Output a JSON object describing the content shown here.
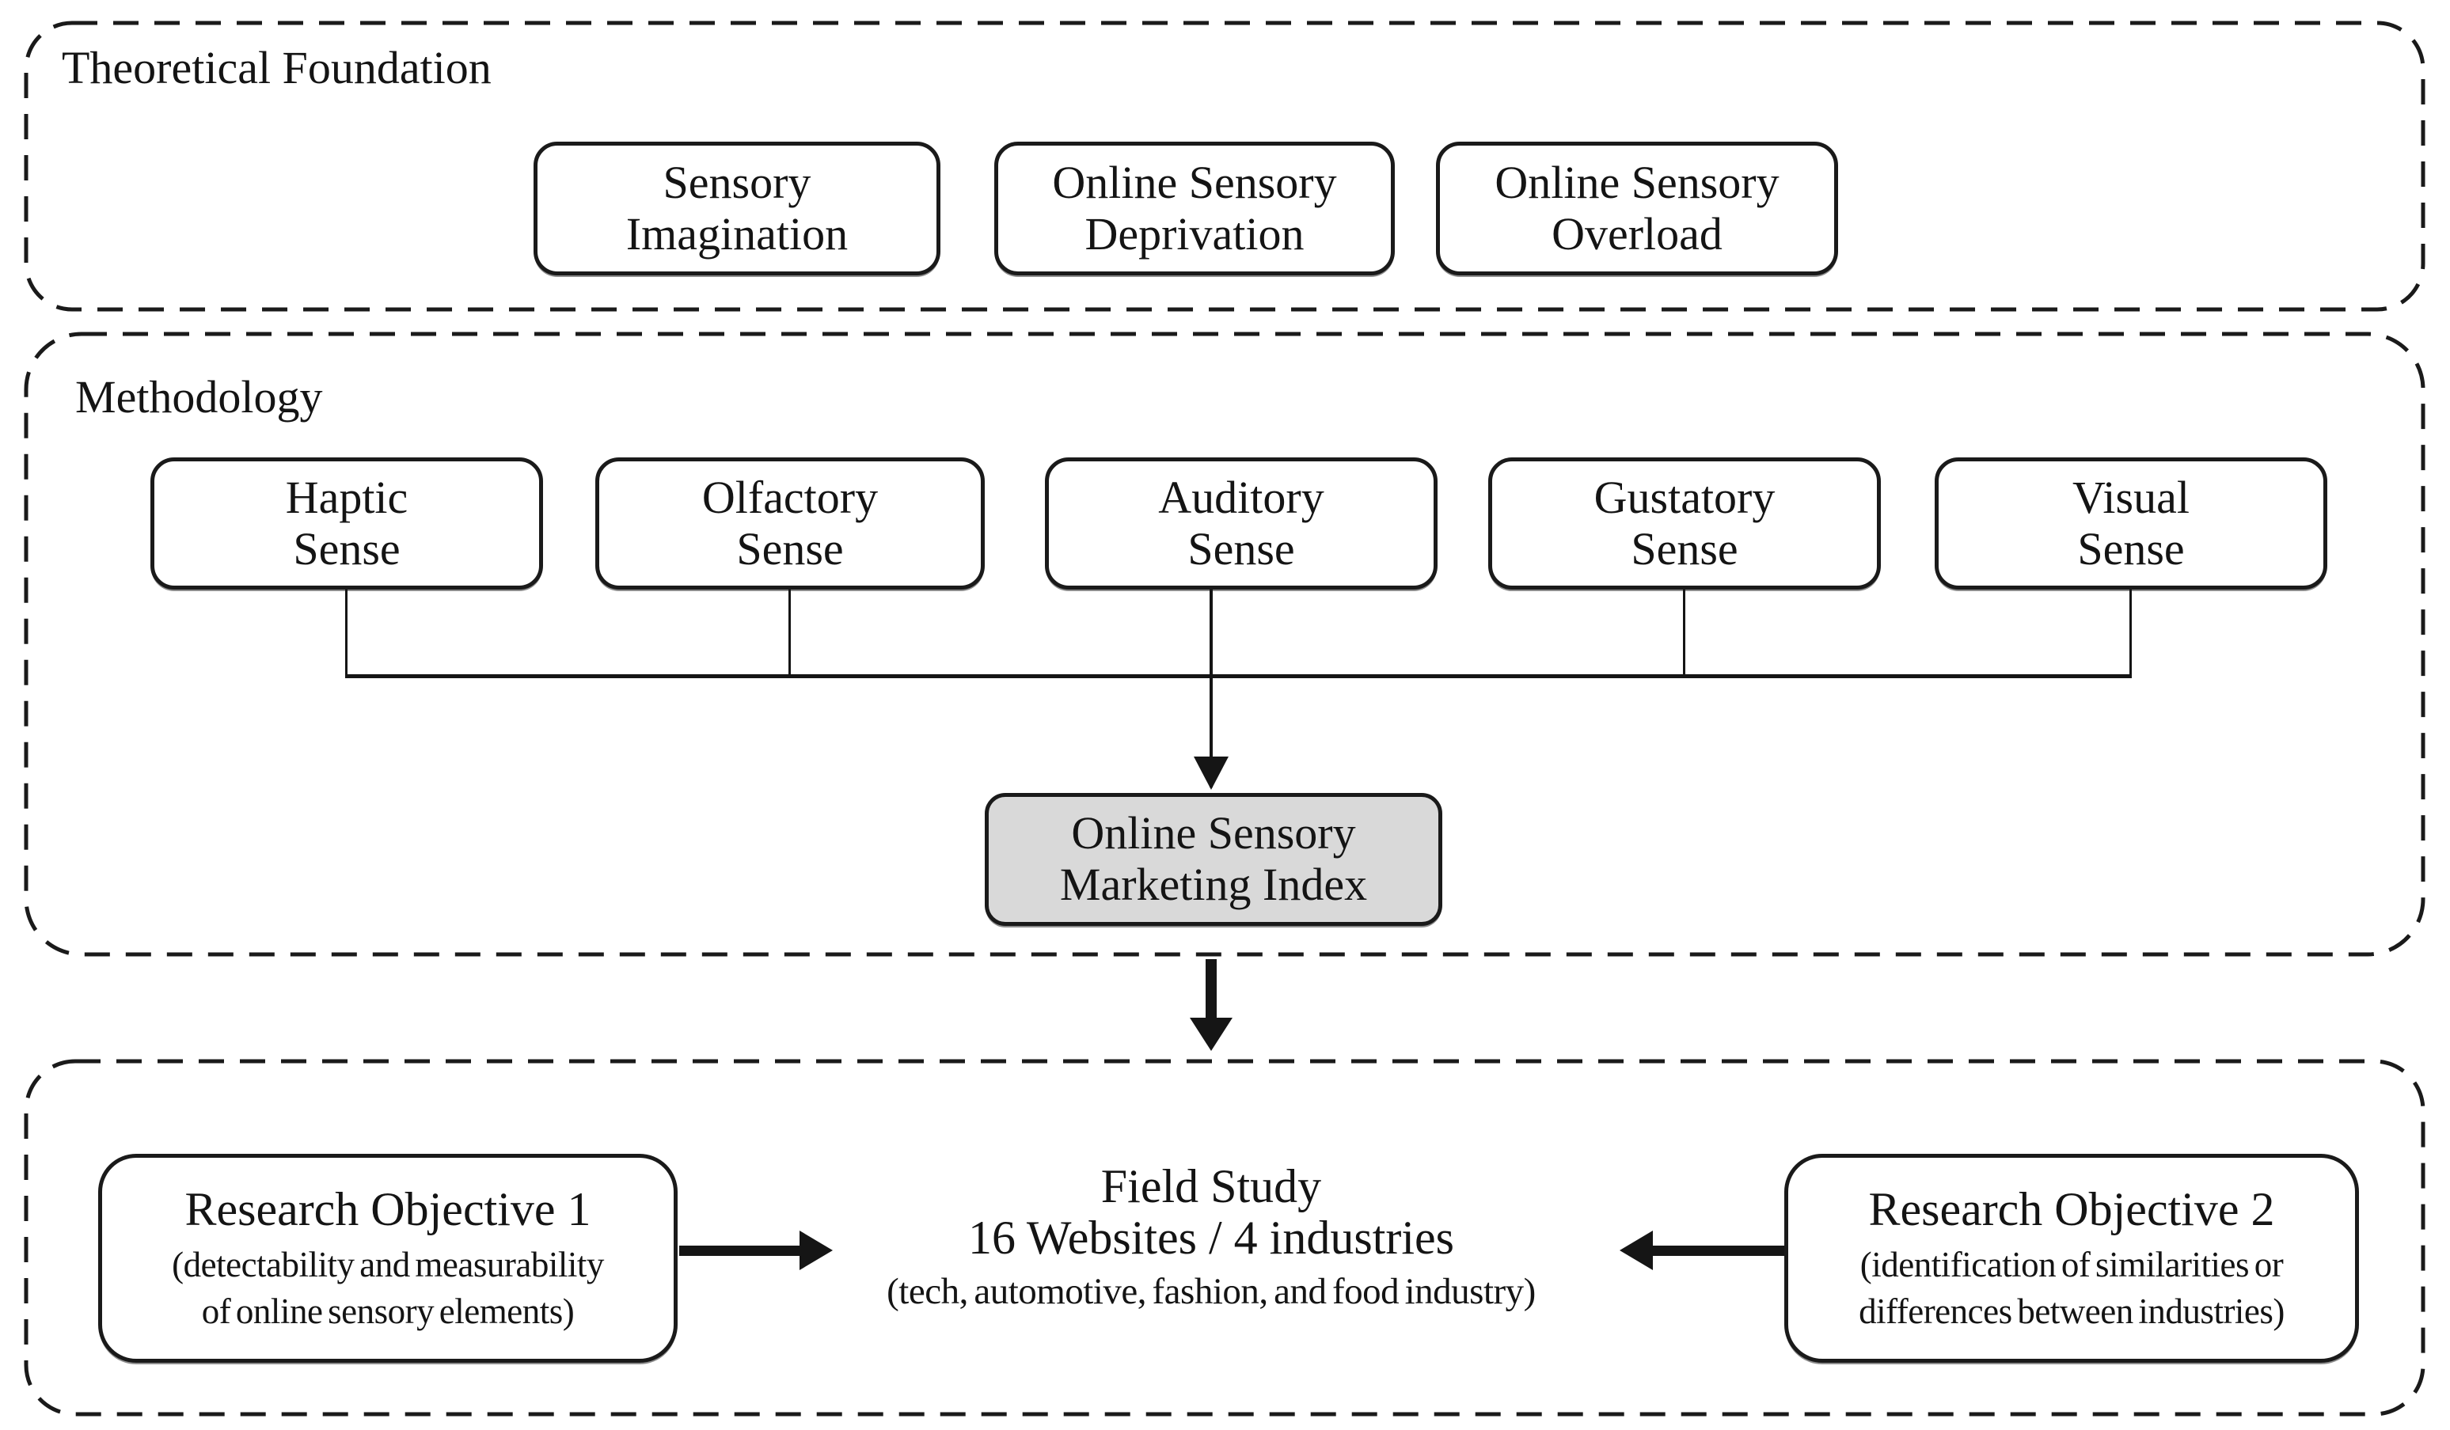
{
  "figure": {
    "background": "#ffffff",
    "line_color": "#1a1a1a",
    "highlight_fill": "#d9d9d9"
  },
  "theoretical_foundation": {
    "title": "Theoretical Foundation",
    "boxes": [
      {
        "label": "Sensory\nImagination"
      },
      {
        "label": "Online Sensory\nDeprivation"
      },
      {
        "label": "Online Sensory\nOverload"
      }
    ]
  },
  "methodology": {
    "title": "Methodology",
    "sense_boxes": [
      {
        "label": "Haptic\nSense"
      },
      {
        "label": "Olfactory\nSense"
      },
      {
        "label": "Auditory\nSense"
      },
      {
        "label": "Gustatory\nSense"
      },
      {
        "label": "Visual\nSense"
      }
    ],
    "index_box": {
      "label": "Online Sensory\nMarketing Index"
    }
  },
  "field_study_section": {
    "research_objective_1": {
      "title": "Research Objective 1",
      "subtitle": "(detectability and measurability\nof online sensory elements)"
    },
    "field_study": {
      "line1": "Field Study",
      "line2": "16 Websites / 4 industries",
      "line3": "(tech, automotive, fashion, and food industry)"
    },
    "research_objective_2": {
      "title": "Research Objective 2",
      "subtitle": "(identification of similarities or\ndifferences between industries)"
    }
  }
}
